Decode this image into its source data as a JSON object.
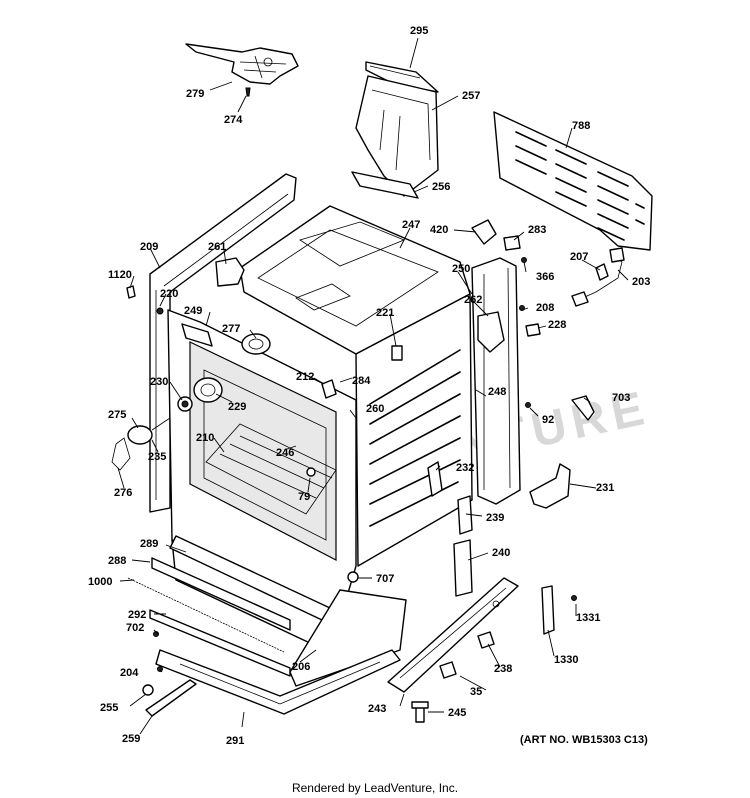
{
  "watermark": "LEADVENTURE",
  "art_number": "(ART NO. WB15303 C13)",
  "footer": "Rendered by LeadVenture, Inc.",
  "callouts": [
    {
      "id": "295",
      "label": "295"
    },
    {
      "id": "257",
      "label": "257"
    },
    {
      "id": "256",
      "label": "256"
    },
    {
      "id": "279",
      "label": "279"
    },
    {
      "id": "274",
      "label": "274"
    },
    {
      "id": "788",
      "label": "788"
    },
    {
      "id": "209",
      "label": "209"
    },
    {
      "id": "1120",
      "label": "1120"
    },
    {
      "id": "220",
      "label": "220"
    },
    {
      "id": "261",
      "label": "261"
    },
    {
      "id": "247",
      "label": "247"
    },
    {
      "id": "420",
      "label": "420"
    },
    {
      "id": "283",
      "label": "283"
    },
    {
      "id": "366",
      "label": "366"
    },
    {
      "id": "207",
      "label": "207"
    },
    {
      "id": "203",
      "label": "203"
    },
    {
      "id": "250",
      "label": "250"
    },
    {
      "id": "262",
      "label": "262"
    },
    {
      "id": "208",
      "label": "208"
    },
    {
      "id": "228",
      "label": "228"
    },
    {
      "id": "249",
      "label": "249"
    },
    {
      "id": "277",
      "label": "277"
    },
    {
      "id": "221",
      "label": "221"
    },
    {
      "id": "230",
      "label": "230"
    },
    {
      "id": "212",
      "label": "212"
    },
    {
      "id": "284",
      "label": "284"
    },
    {
      "id": "229",
      "label": "229"
    },
    {
      "id": "260",
      "label": "260"
    },
    {
      "id": "248",
      "label": "248"
    },
    {
      "id": "703",
      "label": "703"
    },
    {
      "id": "92",
      "label": "92"
    },
    {
      "id": "275",
      "label": "275"
    },
    {
      "id": "210",
      "label": "210"
    },
    {
      "id": "246",
      "label": "246"
    },
    {
      "id": "235",
      "label": "235"
    },
    {
      "id": "232",
      "label": "232"
    },
    {
      "id": "276",
      "label": "276"
    },
    {
      "id": "79",
      "label": "79"
    },
    {
      "id": "231",
      "label": "231"
    },
    {
      "id": "239",
      "label": "239"
    },
    {
      "id": "289",
      "label": "289"
    },
    {
      "id": "288",
      "label": "288"
    },
    {
      "id": "240",
      "label": "240"
    },
    {
      "id": "1000",
      "label": "1000"
    },
    {
      "id": "707",
      "label": "707"
    },
    {
      "id": "292",
      "label": "292"
    },
    {
      "id": "702",
      "label": "702"
    },
    {
      "id": "1331",
      "label": "1331"
    },
    {
      "id": "206",
      "label": "206"
    },
    {
      "id": "238",
      "label": "238"
    },
    {
      "id": "1330",
      "label": "1330"
    },
    {
      "id": "204",
      "label": "204"
    },
    {
      "id": "255",
      "label": "255"
    },
    {
      "id": "35",
      "label": "35"
    },
    {
      "id": "243",
      "label": "243"
    },
    {
      "id": "245",
      "label": "245"
    },
    {
      "id": "259",
      "label": "259"
    },
    {
      "id": "291",
      "label": "291"
    }
  ]
}
